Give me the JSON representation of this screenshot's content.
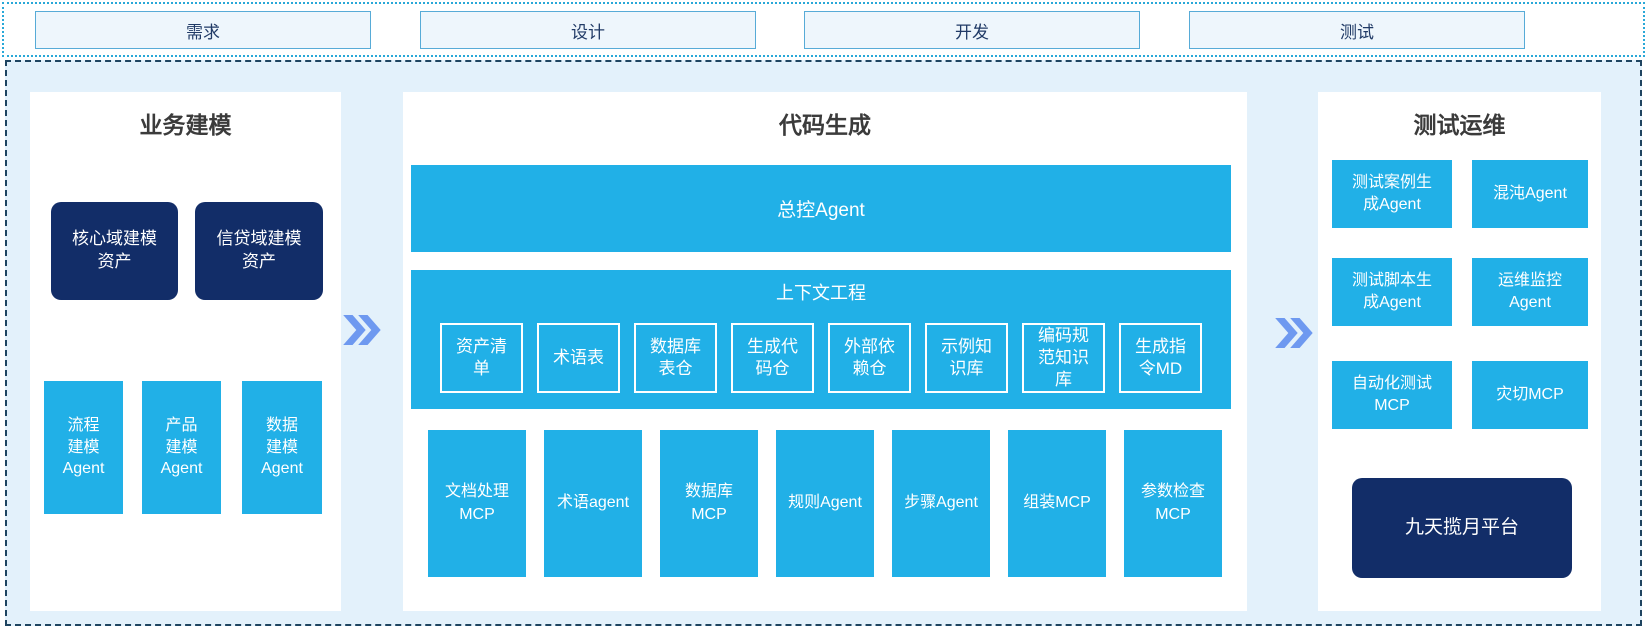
{
  "pipeline": {
    "stages": [
      {
        "label": "需求"
      },
      {
        "label": "设计"
      },
      {
        "label": "开发"
      },
      {
        "label": "测试"
      }
    ]
  },
  "business_modeling": {
    "title": "业务建模",
    "assets": [
      {
        "label": "核心域建模资产"
      },
      {
        "label": "信贷域建模资产"
      }
    ],
    "agents": [
      {
        "label": "流程建模Agent"
      },
      {
        "label": "产品建模Agent"
      },
      {
        "label": "数据建模Agent"
      }
    ]
  },
  "code_generation": {
    "title": "代码生成",
    "master_agent": "总控Agent",
    "context_engineering": {
      "title": "上下文工程",
      "items": [
        {
          "label": "资产清单"
        },
        {
          "label": "术语表"
        },
        {
          "label": "数据库表仓"
        },
        {
          "label": "生成代码仓"
        },
        {
          "label": "外部依赖仓"
        },
        {
          "label": "示例知识库"
        },
        {
          "label": "编码规范知识库"
        },
        {
          "label": "生成指令MD"
        }
      ]
    },
    "tools": [
      {
        "label": "文档处理MCP"
      },
      {
        "label": "术语agent"
      },
      {
        "label": "数据库MCP"
      },
      {
        "label": "规则Agent"
      },
      {
        "label": "步骤Agent"
      },
      {
        "label": "组装MCP"
      },
      {
        "label": "参数检查MCP"
      }
    ]
  },
  "test_ops": {
    "title": "测试运维",
    "boxes": [
      {
        "label": "测试案例生成Agent"
      },
      {
        "label": "混沌Agent"
      },
      {
        "label": "测试脚本生成Agent"
      },
      {
        "label": "运维监控Agent"
      },
      {
        "label": "自动化测试MCP"
      },
      {
        "label": "灾切MCP"
      }
    ],
    "platform": {
      "label": "九天揽月平台"
    }
  },
  "icons": {
    "flow_arrow": "double-chevron-right"
  },
  "colors": {
    "cyan": "#21b0e7",
    "navy": "#122d68",
    "arrow_blue": "#6e99f0",
    "canvas_bg": "#e3f1fb",
    "stage_fill": "#eef6fc",
    "stage_border": "#57abd7",
    "strip_dotted_border": "#29a8d8",
    "main_dashed_border": "#1e4460"
  }
}
